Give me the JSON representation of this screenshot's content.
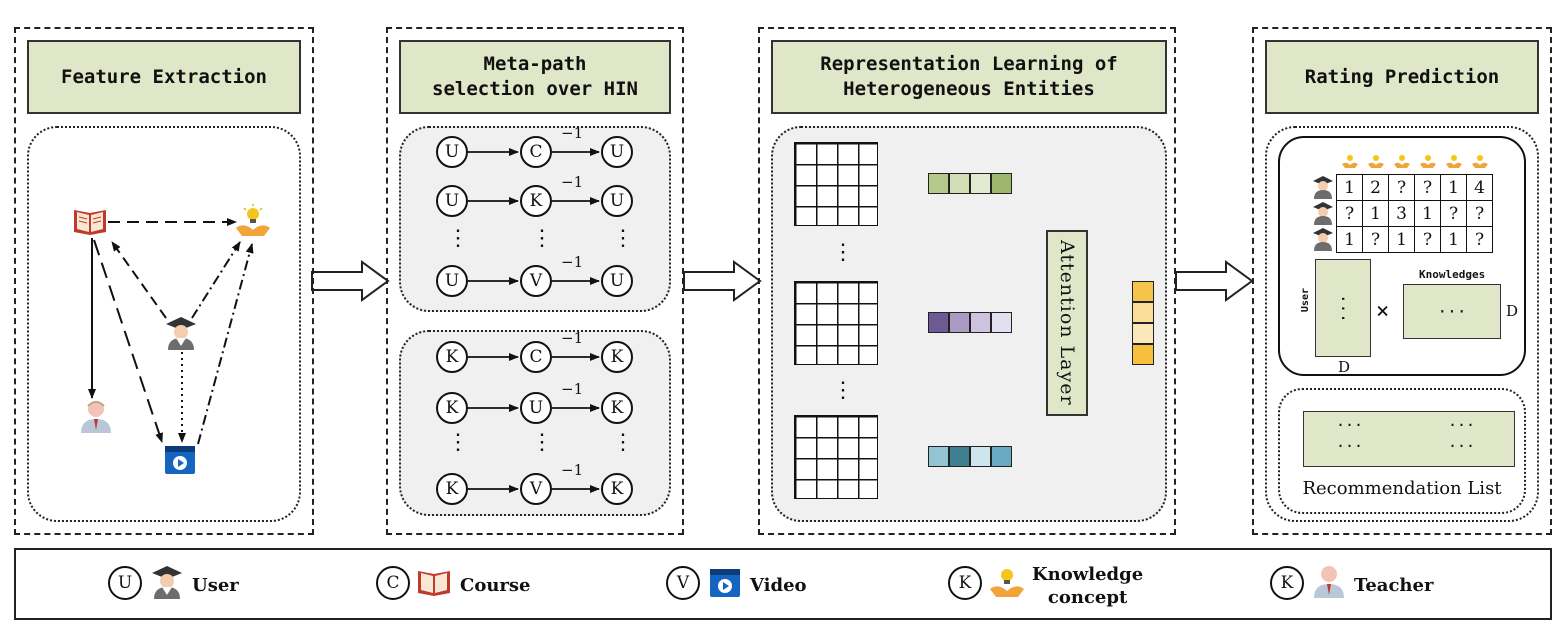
{
  "panels": {
    "feature_extraction": {
      "title": "Feature Extraction"
    },
    "meta_path": {
      "title": "Meta-path\nselection over HIN"
    },
    "representation": {
      "title": "Representation Learning of\nHeterogeneous Entities"
    },
    "rating": {
      "title": "Rating Prediction"
    }
  },
  "meta_paths": {
    "user_paths": [
      {
        "start": "U",
        "mid": "C",
        "end": "U",
        "exp": "−1"
      },
      {
        "start": "U",
        "mid": "K",
        "end": "U",
        "exp": "−1"
      },
      {
        "start": "U",
        "mid": "V",
        "end": "U",
        "exp": "−1"
      }
    ],
    "knowledge_paths": [
      {
        "start": "K",
        "mid": "C",
        "end": "K",
        "exp": "−1"
      },
      {
        "start": "K",
        "mid": "U",
        "end": "K",
        "exp": "−1"
      },
      {
        "start": "K",
        "mid": "V",
        "end": "K",
        "exp": "−1"
      }
    ],
    "ellipsis": "⋮"
  },
  "attention_label": "Attention Layer",
  "embedding_colors": {
    "green": [
      "#b5c98a",
      "#d3ddb5",
      "#e3ead0",
      "#9db76d"
    ],
    "purple": [
      "#6b5a94",
      "#a99bc4",
      "#cdc3df",
      "#e3def0"
    ],
    "blue": [
      "#93c4d4",
      "#3f7f8f",
      "#cde6ee",
      "#6aaac0"
    ],
    "output": [
      "#f6c44c",
      "#f9dd98",
      "#fbe8b8",
      "#f6bf3d"
    ]
  },
  "rating_matrix": {
    "rows": [
      [
        "1",
        "2",
        "?",
        "?",
        "1",
        "4"
      ],
      [
        "?",
        "1",
        "3",
        "1",
        "?",
        "?"
      ],
      [
        "1",
        "?",
        "1",
        "?",
        "1",
        "?"
      ]
    ],
    "user_label": "User",
    "knowledge_label": "Knowledges",
    "dim_label_user": "D",
    "dim_label_knowledge": "D",
    "times": "×",
    "dots": "···"
  },
  "recommendation": {
    "label": "Recommendation List",
    "dots": "···"
  },
  "legend": [
    {
      "letter": "U",
      "icon": "user-icon",
      "label": "User"
    },
    {
      "letter": "C",
      "icon": "course-book-icon",
      "label": "Course"
    },
    {
      "letter": "V",
      "icon": "video-icon",
      "label": "Video"
    },
    {
      "letter": "K",
      "icon": "knowledge-bulb-icon",
      "label": "Knowledge\nconcept"
    },
    {
      "letter": "K",
      "icon": "teacher-icon",
      "label": "Teacher"
    }
  ]
}
